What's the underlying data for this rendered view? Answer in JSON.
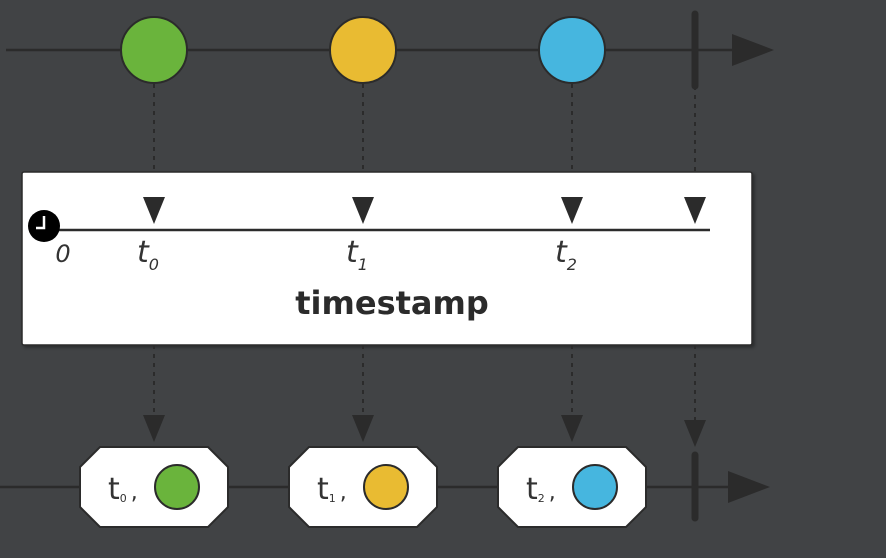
{
  "diagram": {
    "operator_label": "timestamp",
    "clock_origin_label": "0",
    "colors": {
      "background": "#414345",
      "line": "#2b2b2b",
      "box_fill": "#ffffff",
      "green": "#6ab43c",
      "yellow": "#e9bb32",
      "blue": "#46b6df"
    },
    "input_items": [
      {
        "name": "green-marble",
        "color": "#6ab43c"
      },
      {
        "name": "yellow-marble",
        "color": "#e9bb32"
      },
      {
        "name": "blue-marble",
        "color": "#46b6df"
      }
    ],
    "time_labels": [
      {
        "base": "t",
        "sub": "0"
      },
      {
        "base": "t",
        "sub": "1"
      },
      {
        "base": "t",
        "sub": "2"
      }
    ],
    "output_items": [
      {
        "base": "t",
        "sub": "0",
        "sep": ",",
        "color": "#6ab43c"
      },
      {
        "base": "t",
        "sub": "1",
        "sep": ",",
        "color": "#e9bb32"
      },
      {
        "base": "t",
        "sub": "2",
        "sep": ",",
        "color": "#46b6df"
      }
    ]
  }
}
